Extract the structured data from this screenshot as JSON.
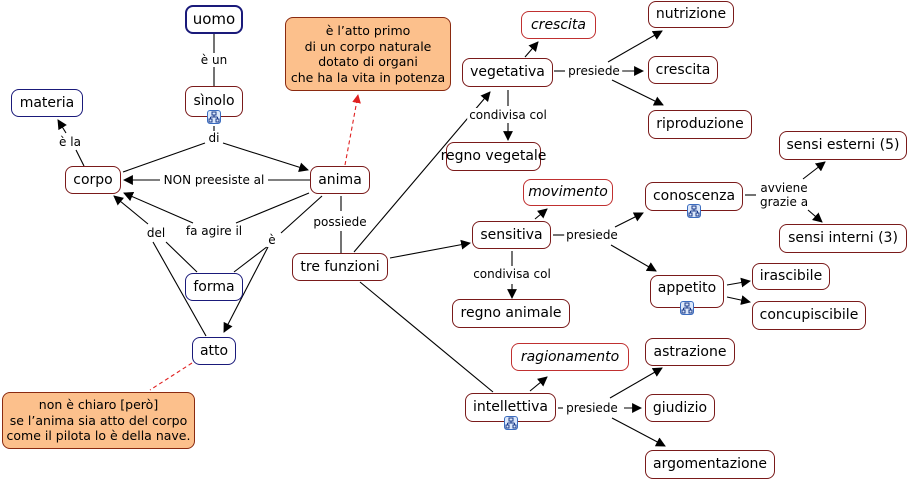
{
  "diagram": {
    "type": "concept-map",
    "nodes": {
      "uomo": "uomo",
      "sinolo": "sìnolo",
      "materia": "materia",
      "corpo": "corpo",
      "anima": "anima",
      "forma": "forma",
      "atto": "atto",
      "tre_funzioni": "tre funzioni",
      "note_anima": "è l’atto primo\ndi un corpo naturale\ndotato di organi\nche ha la vita in potenza",
      "note_atto": "non è chiaro [però]\nse l’anima sia atto del corpo\ncome il pilota lo è della nave.",
      "vegetativa": "vegetativa",
      "crescita_italic": "crescita",
      "regno_vegetale": "regno vegetale",
      "nutrizione": "nutrizione",
      "crescita": "crescita",
      "riproduzione": "riproduzione",
      "sensitiva": "sensitiva",
      "movimento": "movimento",
      "regno_animale": "regno animale",
      "conoscenza": "conoscenza",
      "sensi_esterni": "sensi esterni (5)",
      "sensi_interni": "sensi interni (3)",
      "appetito": "appetito",
      "irascibile": "irascibile",
      "concupiscibile": "concupiscibile",
      "intellettiva": "intellettiva",
      "ragionamento": "ragionamento",
      "astrazione": "astrazione",
      "giudizio": "giudizio",
      "argomentazione": "argomentazione"
    },
    "links": {
      "e_un": "è un",
      "di": "di",
      "e_la": "è la",
      "non_preesiste_al": "NON preesiste al",
      "fa_agire_il": "fa agire il",
      "del": "del",
      "e": "è",
      "possiede": "possiede",
      "condivisa_col_veg": "condivisa col",
      "presiede_veg": "presiede",
      "condivisa_col_sens": "condivisa col",
      "presiede_sens": "presiede",
      "avviene_grazie_a": "avviene\ngrazie a",
      "presiede_int": "presiede"
    },
    "icons": {
      "submap": "concept-map-link-icon"
    },
    "colors": {
      "node_border_red": "#7a1a1a",
      "node_border_blue": "#1a1a7a",
      "italic_border": "#c03030",
      "note_fill": "#fcc08c",
      "dashed_link": "#e03030"
    }
  }
}
